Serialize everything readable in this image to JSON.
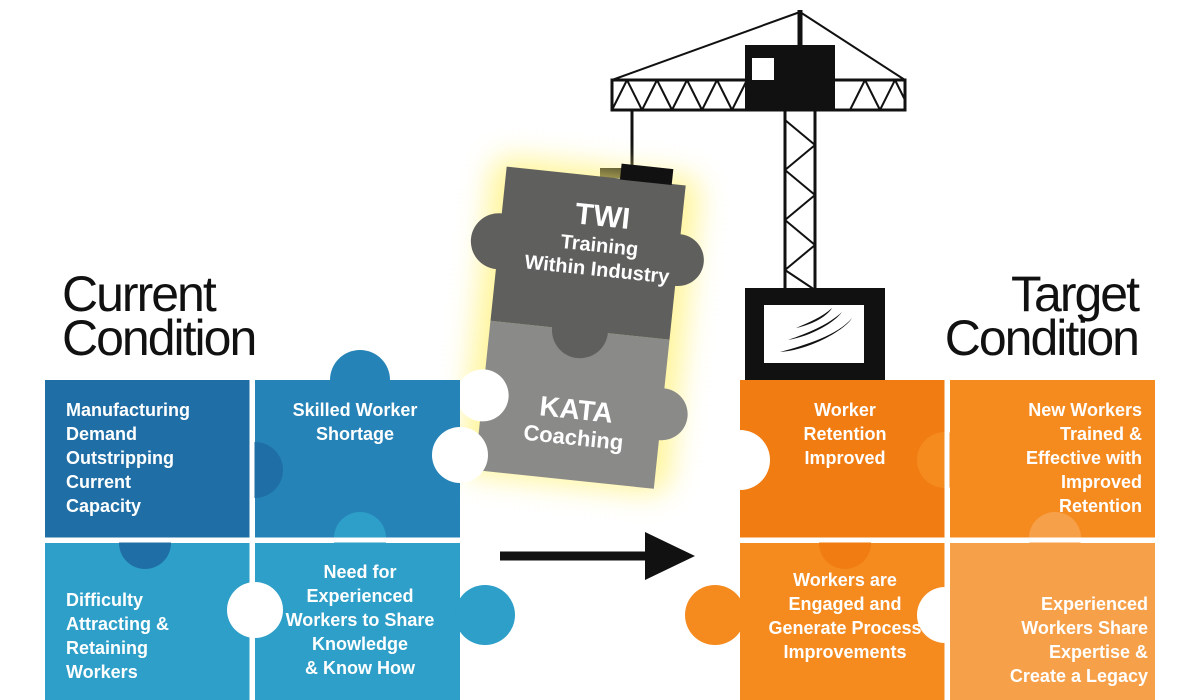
{
  "headings": {
    "current": [
      "Current",
      "Condition"
    ],
    "target": [
      "Target",
      "Condition"
    ]
  },
  "left_pieces": {
    "manufacturing": [
      "Manufacturing",
      "Demand",
      "Outstripping",
      "Current",
      "Capacity"
    ],
    "skilled": [
      "Skilled Worker",
      "Shortage"
    ],
    "difficulty": [
      "Difficulty",
      "Attracting &",
      "Retaining",
      "Workers"
    ],
    "need": [
      "Need for",
      "Experienced",
      "Workers to Share",
      "Knowledge",
      "& Know How"
    ]
  },
  "center_pieces": {
    "twi_title": "TWI",
    "twi_sub": [
      "Training",
      "Within Industry"
    ],
    "kata_title": "KATA",
    "kata_sub": "Coaching"
  },
  "right_pieces": {
    "retention": [
      "Worker",
      "Retention",
      "Improved"
    ],
    "new_workers": [
      "New Workers",
      "Trained &",
      "Effective with",
      "Improved",
      "Retention"
    ],
    "engaged": [
      "Workers are",
      "Engaged and",
      "Generate Process",
      "Improvements"
    ],
    "experienced": [
      "Experienced",
      "Workers Share",
      "Expertise &",
      "Create a Legacy"
    ]
  },
  "colors": {
    "blue_dark": "#1f6fa6",
    "blue_mid": "#2583b7",
    "blue_light": "#2d9fc8",
    "twi_gray": "#5f5f5d",
    "kata_gray": "#8a8a88",
    "glow": "#fff27a",
    "orange_dark": "#f07c12",
    "orange": "#f58b1f",
    "orange_light": "#f7a04a",
    "crane": "#111111"
  },
  "icons": {
    "arrow": "right-arrow-icon",
    "crane": "crane-icon",
    "logo": "swoosh-logo-icon"
  }
}
